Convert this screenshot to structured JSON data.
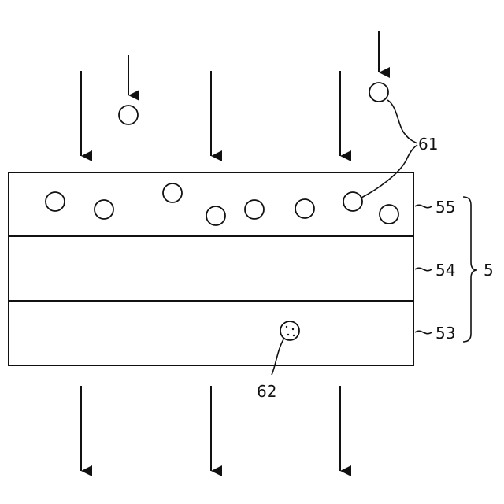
{
  "labels": {
    "particles_61": "61",
    "particle_62": "62",
    "layer_55": "55",
    "layer_54": "54",
    "layer_53": "53",
    "assembly_5": "5"
  },
  "colors": {
    "line": "#111111",
    "background": "#ffffff"
  }
}
